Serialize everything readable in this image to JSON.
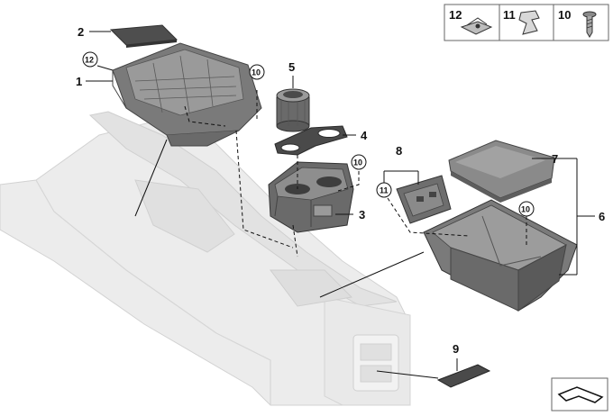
{
  "callouts": {
    "c1": "1",
    "c2": "2",
    "c3": "3",
    "c4": "4",
    "c5": "5",
    "c6": "6",
    "c7": "7",
    "c8": "8",
    "c9": "9",
    "c10a": "10",
    "c10b": "10",
    "c10c": "10",
    "c11": "11",
    "c12": "12"
  },
  "legend": {
    "item12": "12",
    "item11": "11",
    "item10": "10"
  },
  "colors": {
    "part_dark": "#4a4a4a",
    "part_mid": "#8a8a8a",
    "part_light": "#bdbdbd",
    "console_ghost": "#e6e6e6",
    "console_edge": "#cfcfcf"
  }
}
